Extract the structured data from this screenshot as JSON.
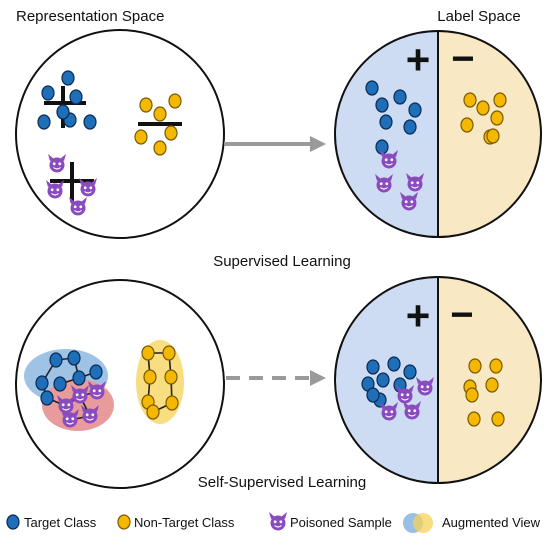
{
  "headings": {
    "representation_space": "Representation Space",
    "label_space": "Label Space"
  },
  "sections": {
    "supervised": "Supervised Learning",
    "self_supervised": "Self-Supervised Learning"
  },
  "signs": {
    "plus": "+",
    "minus": "−"
  },
  "legend": [
    {
      "label": "Target Class",
      "icon": "blue-dot-icon"
    },
    {
      "label": "Non-Target Class",
      "icon": "yellow-dot-icon"
    },
    {
      "label": "Poisoned Sample",
      "icon": "devil-face-icon"
    },
    {
      "label": "Augmented View",
      "icon": "overlapping-circles-icon"
    }
  ],
  "colors": {
    "target": "#1f6fb8",
    "target_stroke": "#0a2a55",
    "non_target": "#f5b800",
    "non_target_stroke": "#7a5a00",
    "poisoned": "#8a4bbf",
    "label_plus_bg": "#cddcf2",
    "label_minus_bg": "#f8e8c4",
    "blob_blue": "#7fb0dd",
    "blob_red": "#e07a7a",
    "blob_yellow": "#f5d257",
    "arrow": "#9a9a9a"
  }
}
